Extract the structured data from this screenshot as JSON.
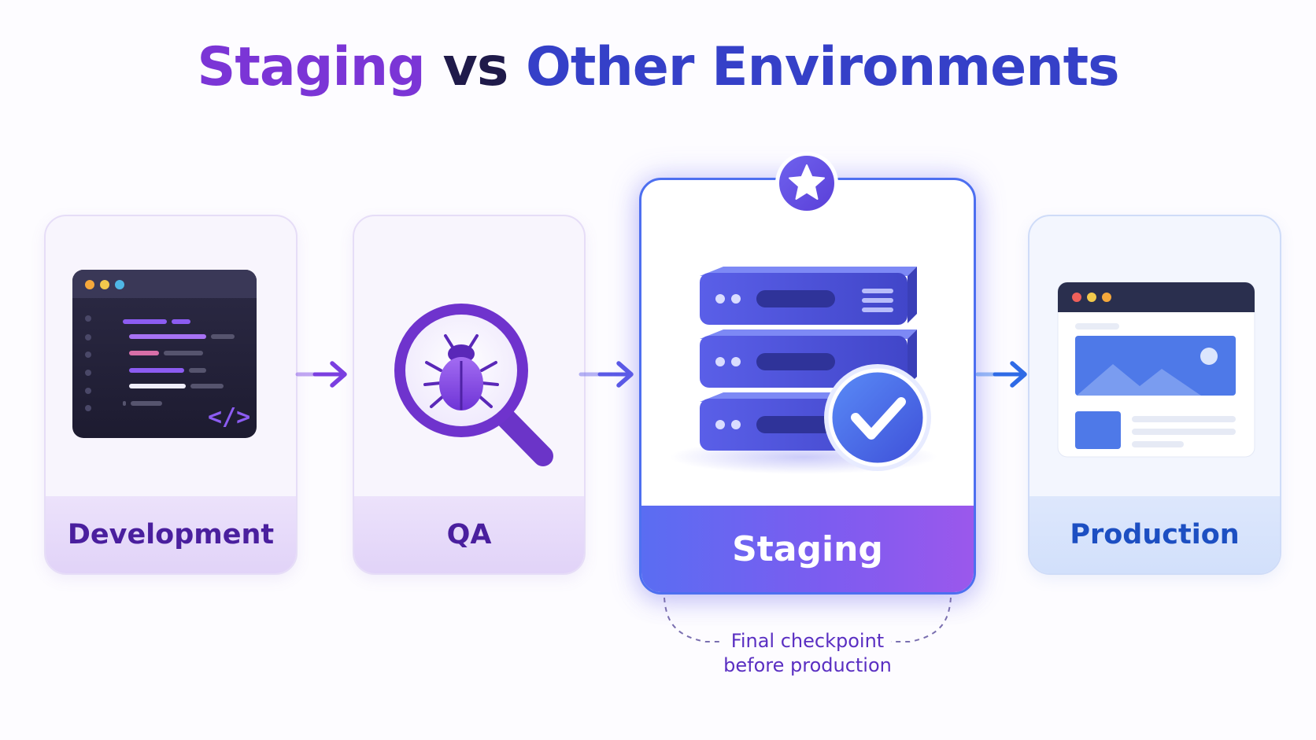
{
  "title": {
    "part1": "Staging",
    "part2": "vs",
    "part3": "Other Environments",
    "colors": [
      "#7b35d6",
      "#1f1a4a",
      "#2f3fc6"
    ]
  },
  "stages": [
    {
      "label": "Development",
      "icon": "code-editor-icon"
    },
    {
      "label": "QA",
      "icon": "bug-magnifier-icon"
    },
    {
      "label": "Staging",
      "icon": "server-check-icon",
      "highlighted": true
    },
    {
      "label": "Production",
      "icon": "browser-window-icon"
    }
  ],
  "badge": {
    "icon": "star-icon"
  },
  "note": {
    "line1": "Final checkpoint",
    "line2": "before production"
  },
  "colors": {
    "accent_purple": "#7b35d6",
    "accent_blue": "#2f5fe0",
    "staging_border": "#4d6ff0"
  }
}
